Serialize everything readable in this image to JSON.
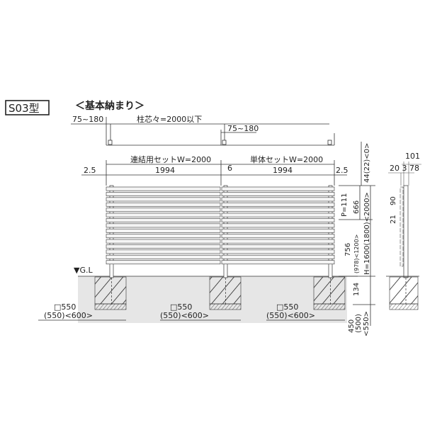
{
  "model_label": "S03型",
  "section_title": "＜基本納まり＞",
  "plan": {
    "left_offset": "75~180",
    "post_pitch": "柱芯々=2000以下",
    "right_offset": "75~180"
  },
  "widths": {
    "linked_set": "連結用セットW=2000",
    "single_set": "単体セットW=2000",
    "left_gap": "2.5",
    "left_panel": "1994",
    "mid_gap": "6",
    "right_panel": "1994",
    "right_gap": "2.5"
  },
  "heights": {
    "top": "44(22)<0>",
    "upper": "666",
    "pitch": "P=111",
    "lower": "756",
    "lower_alt": "(978)<1200>",
    "total": "H=1600(1800)<2000>",
    "clearance": "134",
    "depth": "450",
    "depth_alt": "(500)",
    "depth_alt2": "<550>"
  },
  "ground_label": "▼G.L",
  "foundations": [
    {
      "size": "□550",
      "alt": "(550)<600>"
    },
    {
      "size": "□550",
      "alt": "(550)<600>"
    },
    {
      "size": "□550",
      "alt": "(550)<600>"
    }
  ],
  "side": {
    "depth": "101",
    "parts": "20 3 78",
    "slat": "90",
    "gap": "21"
  },
  "colors": {
    "line": "#333333",
    "ground": "#e6e6e6",
    "slat": "#f4f4f4"
  }
}
